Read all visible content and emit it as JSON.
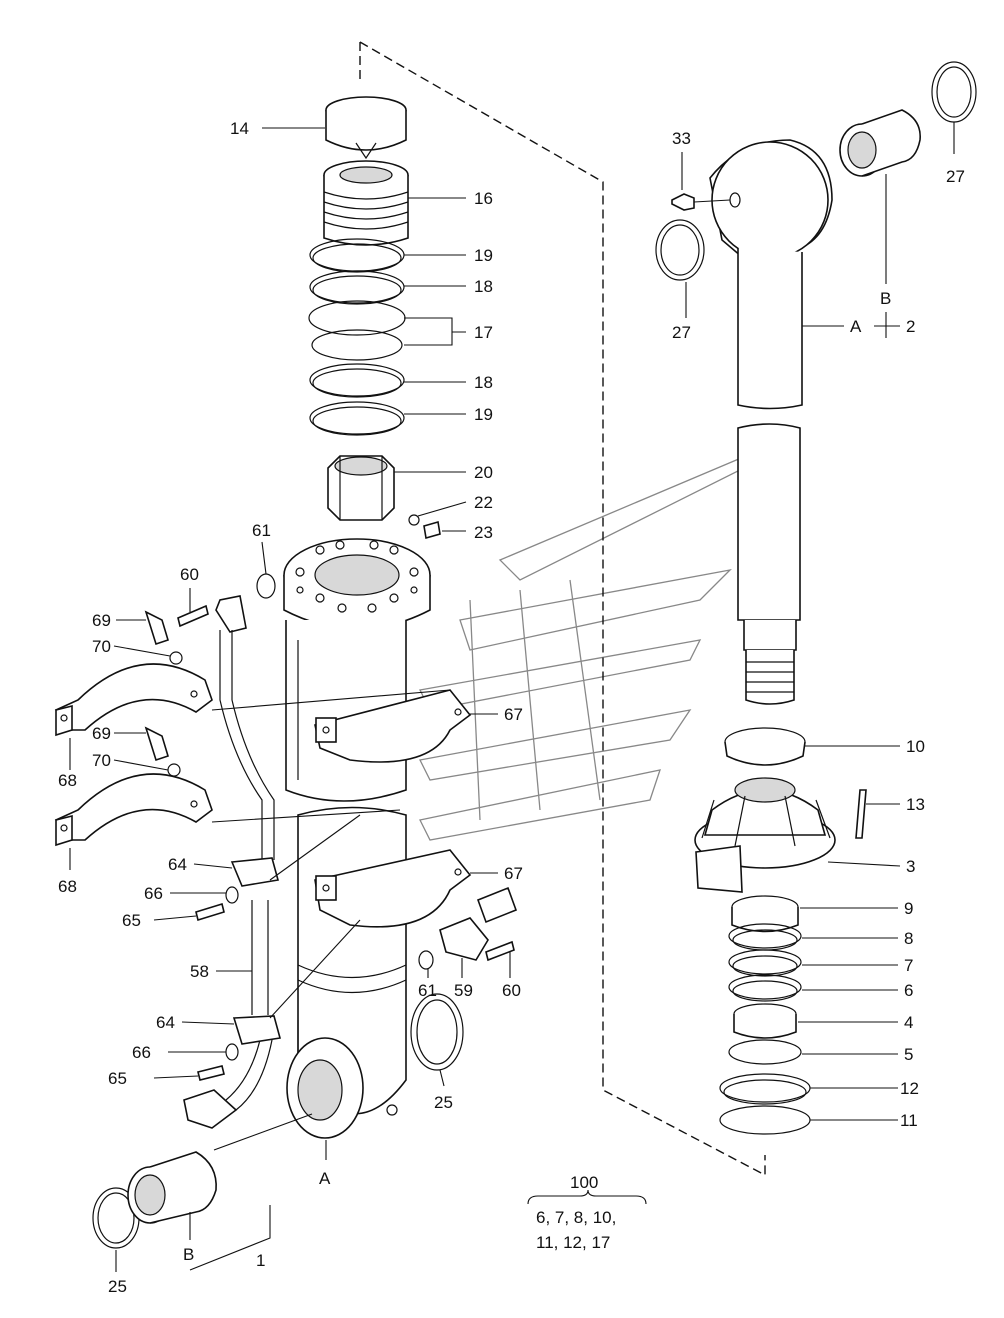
{
  "callouts": {
    "p14": "14",
    "p16": "16",
    "p19a": "19",
    "p18a": "18",
    "p17": "17",
    "p18b": "18",
    "p19b": "19",
    "p20": "20",
    "p22": "22",
    "p23": "23",
    "p61a": "61",
    "p60a": "60",
    "p69a": "69",
    "p70a": "70",
    "p67a": "67",
    "p68a": "68",
    "p69b": "69",
    "p70b": "70",
    "p68b": "68",
    "p64a": "64",
    "p66a": "66",
    "p65a": "65",
    "p67b": "67",
    "p58": "58",
    "p61b": "61",
    "p59": "59",
    "p60b": "60",
    "p64b": "64",
    "p66b": "66",
    "p65b": "65",
    "p25a": "25",
    "p25b": "25",
    "p1": "1",
    "p33": "33",
    "p27a": "27",
    "p27b": "27",
    "p2": "2",
    "p10": "10",
    "p13": "13",
    "p3": "3",
    "p9": "9",
    "p8": "8",
    "p7": "7",
    "p6": "6",
    "p4": "4",
    "p5": "5",
    "p12": "12",
    "p11": "11"
  },
  "letters": {
    "A1": "A",
    "B1": "B",
    "A2": "A",
    "B2": "B"
  },
  "kit": {
    "number": "100",
    "line1": "6, 7, 8, 10,",
    "line2": "11, 12, 17"
  }
}
